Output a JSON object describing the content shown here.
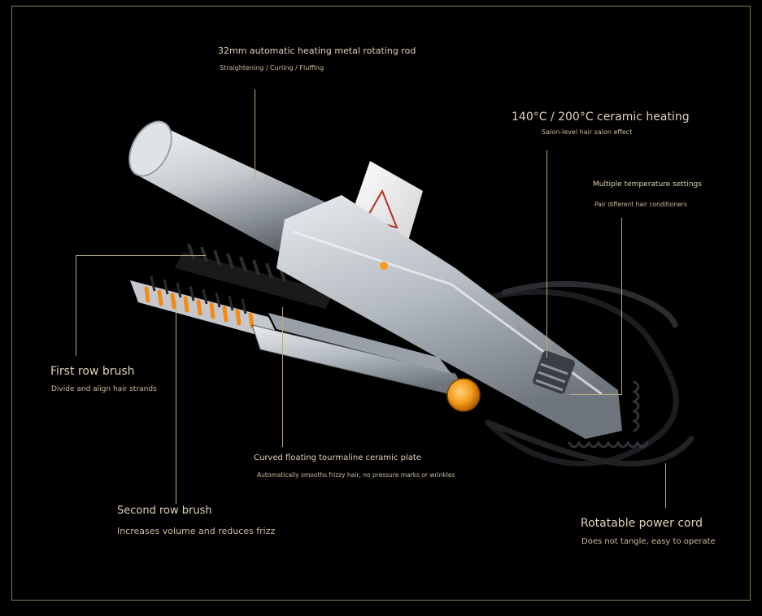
{
  "colors": {
    "frame": "#8a7a5e",
    "label_title": "#e0d2b8",
    "label_sub": "#c9bba0",
    "leader": "#b9a98a",
    "accent_orange": "#f59a1a"
  },
  "callouts": {
    "rod": {
      "title": "32mm automatic heating metal rotating rod",
      "subtitle": "Straightening / Curling / Fluffing"
    },
    "heating": {
      "title": "140°C / 200°C ceramic heating",
      "subtitle": "Salon-level hair salon effect"
    },
    "temperature": {
      "title": "Multiple temperature settings",
      "subtitle": "Pair different hair conditioners"
    },
    "first_brush": {
      "title": "First row brush",
      "subtitle": "Divide and align hair strands"
    },
    "plate": {
      "title": "Curved floating tourmaline ceramic plate",
      "subtitle": "Automatically smooths frizzy hair, no pressure marks or wrinkles"
    },
    "second_brush": {
      "title": "Second row brush",
      "subtitle": "Increases volume and reduces frizz"
    },
    "cord": {
      "title": "Rotatable power cord",
      "subtitle": "Does not tangle, easy to operate"
    }
  }
}
